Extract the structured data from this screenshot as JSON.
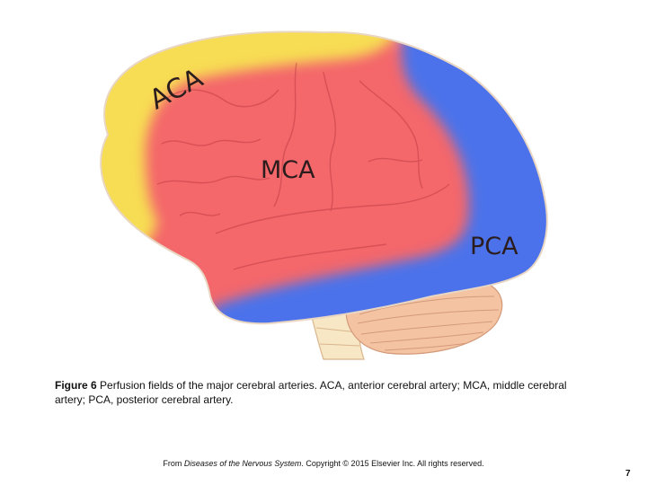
{
  "figure": {
    "regions": [
      {
        "id": "aca",
        "label": "ACA",
        "color": "#f7dd52"
      },
      {
        "id": "mca",
        "label": "MCA",
        "color": "#f4676b"
      },
      {
        "id": "pca",
        "label": "PCA",
        "color": "#4b72ea"
      }
    ],
    "cerebellum_color": "#f4c3a2",
    "brainstem_color": "#f7e7c5"
  },
  "caption": {
    "label": "Figure 6",
    "text": " Perfusion fields of the major cerebral arteries. ACA, anterior cerebral artery; MCA, middle cerebral artery; PCA, posterior cerebral artery."
  },
  "source": {
    "prefix": "From ",
    "book": "Diseases of the Nervous System",
    "suffix": ". Copyright © 2015 Elsevier Inc. All rights reserved."
  },
  "page_number": "7"
}
